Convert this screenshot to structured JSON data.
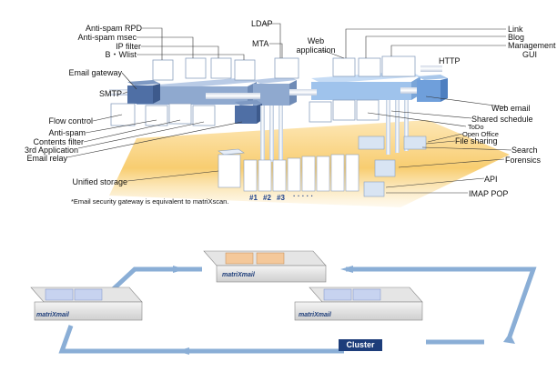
{
  "labels": {
    "anti_spam_rpd": "Anti-spam RPD",
    "anti_spam_msec": "Anti-spam msec",
    "ip_filter": "IP filter",
    "b_wlist": "B・Wlist",
    "email_gateway": "Email gateway",
    "smtp": "SMTP",
    "flow_control": "Flow control",
    "anti_spam": "Anti-spam",
    "contents_filter": "Contents filter",
    "third_application": "3rd Application",
    "email_relay": "Email relay",
    "unified_storage": "Unified storage",
    "ldap": "LDAP",
    "mta": "MTA",
    "web_application": "Web\napplication",
    "link": "Link",
    "blog": "Blog",
    "management": "Management",
    "gui": "GUI",
    "http": "HTTP",
    "web_email": "Web email",
    "shared_schedule": "Shared schedule",
    "todo": "ToDo",
    "open_office": "Open Office",
    "file_sharing": "File sharing",
    "search": "Search",
    "forensics": "Forensics",
    "api": "API",
    "imap_pop": "IMAP POP",
    "storage_1": "#1",
    "storage_2": "#2",
    "storage_3": "#3",
    "storage_dots": "· · · · ·",
    "footnote": "*Email security gateway is equivalent to matriXscan.",
    "cluster": "Cluster"
  },
  "brand": {
    "product_name": "matriXmail"
  },
  "colors": {
    "module_blue": "#8fa9cf",
    "module_light_blue": "#9fc3ec",
    "box_face": "#ffffff",
    "zone_orange": "#f7c96a",
    "arrow_blue": "#8aaed6",
    "cluster_badge": "#1d3d7a",
    "accent_link": "#1a63b8"
  }
}
